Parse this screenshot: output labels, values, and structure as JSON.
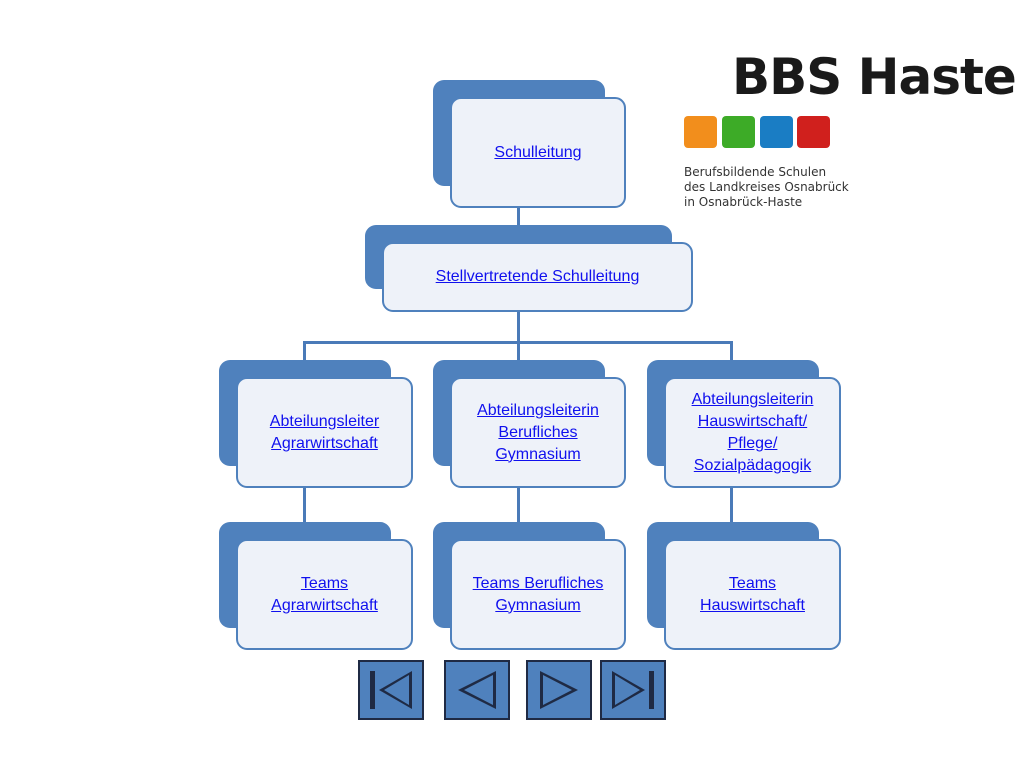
{
  "logo": {
    "title": "BBS Haste",
    "subtitle_lines": [
      "Berufsbildende Schulen",
      "des Landkreises Osnabrück",
      "in Osnabrück-Haste"
    ],
    "square_colors": [
      "#f28e1c",
      "#3dab27",
      "#1a7dc4",
      "#d0201d"
    ]
  },
  "org": {
    "schulleitung": {
      "lines": [
        "Schulleitung"
      ]
    },
    "stellvertretung": {
      "lines": [
        "Stellvertretende Schulleitung"
      ]
    },
    "departments": [
      {
        "lines": [
          "Abteilungsleiter",
          "Agrarwirtschaft"
        ]
      },
      {
        "lines": [
          "Abteilungsleiterin",
          "Berufliches",
          "Gymnasium"
        ]
      },
      {
        "lines": [
          "Abteilungsleiterin",
          "Hauswirtschaft/",
          "Pflege/",
          "Sozialpädagogik"
        ]
      }
    ],
    "teams": [
      {
        "lines": [
          "Teams",
          "Agrarwirtschaft"
        ]
      },
      {
        "lines": [
          "Teams Berufliches",
          "Gymnasium"
        ]
      },
      {
        "lines": [
          "Teams",
          "Hauswirtschaft"
        ]
      }
    ]
  },
  "colors": {
    "box_blue": "#4f81bd",
    "box_fill": "#eef2f9",
    "link": "#1010ee"
  },
  "nav": {
    "first_icon": "skip-to-first-icon",
    "prev_icon": "previous-triangle-icon",
    "next_icon": "next-triangle-icon",
    "last_icon": "skip-to-last-icon"
  }
}
